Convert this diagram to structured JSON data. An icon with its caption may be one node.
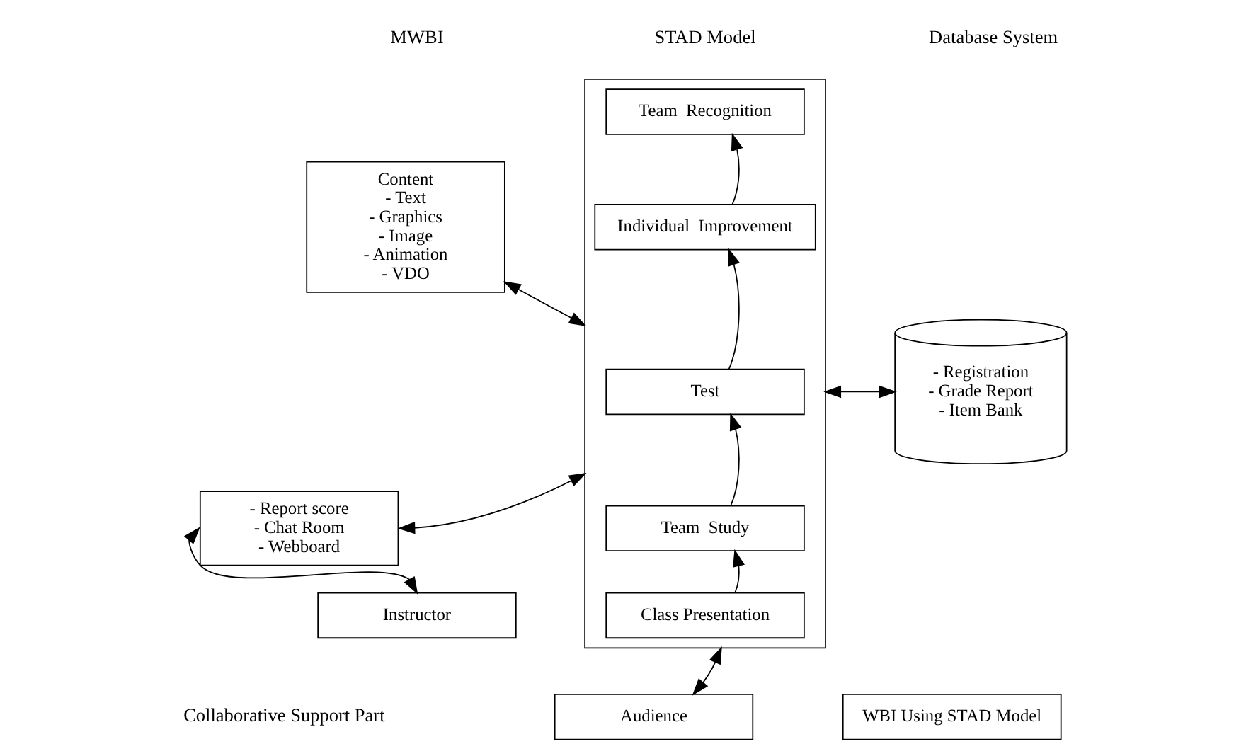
{
  "diagram": {
    "nodes": [
      {
        "text": [
          "Content",
          "- Text",
          "- Graphics",
          "- Image",
          "- Animation",
          "- VDO"
        ]
      },
      {
        "text": [],
        "shape": "box"
      },
      {
        "text": [
          "Team  Recognition"
        ],
        "in": 1
      },
      {
        "text": [
          "Individual  Improvement"
        ],
        "in": 1
      },
      {
        "text": [
          "Test"
        ],
        "in": 1
      },
      {
        "text": [
          "Team  Study"
        ],
        "in": 1
      },
      {
        "text": [
          "Class Presentation"
        ],
        "in": 1
      },
      {
        "text": [
          "- Registration",
          "- Grade Report",
          "- Item Bank"
        ]
      },
      {
        "text": [
          "- Report score",
          "- Chat Room",
          "- Webboard"
        ]
      },
      {
        "text": [
          "Instructor"
        ]
      },
      {
        "text": [
          "Audience"
        ]
      },
      {
        "text": [
          "WBI Using STAD Model"
        ]
      }
    ],
    "edges": [
      {
        "from": 0,
        "to": 1,
        "arrow": "both"
      },
      {
        "from": 8,
        "to": 1,
        "arrow": "both"
      },
      {
        "from": 1,
        "to": 7,
        "arrow": "both"
      },
      {
        "from": 9,
        "to": 8,
        "arrow": "both"
      },
      {
        "from": 1,
        "to": 10,
        "arrow": "both"
      },
      {
        "from": 6,
        "to": 5,
        "arrow": "to"
      },
      {
        "from": 5,
        "to": 4,
        "arrow": "to"
      },
      {
        "from": 4,
        "to": 3,
        "arrow": "to"
      },
      {
        "from": 3,
        "to": 2,
        "arrow": "to"
      }
    ],
    "labels": [
      "MWBI",
      "STAD Model",
      "Database System",
      "Collaborative Support Part"
    ]
  }
}
